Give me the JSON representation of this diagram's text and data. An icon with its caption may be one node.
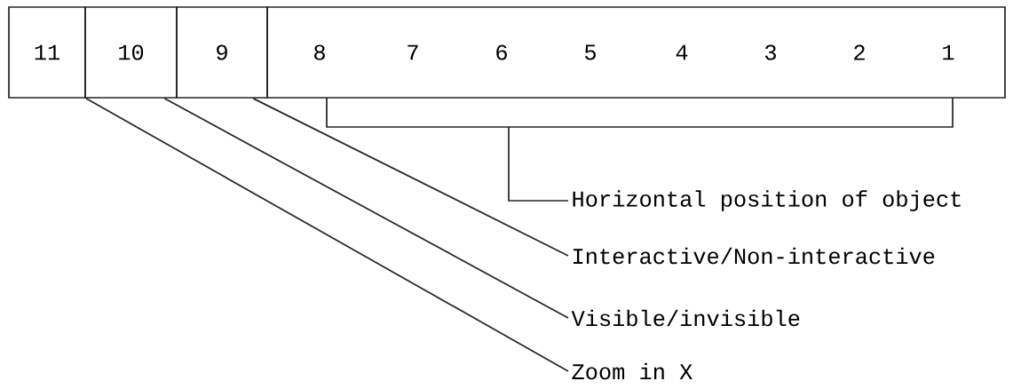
{
  "diagram": {
    "nodes": [
      {
        "text": [
          "11"
        ]
      },
      {
        "text": [
          "10"
        ]
      },
      {
        "text": [
          "9"
        ]
      },
      {
        "text": [
          "8",
          "7",
          "6",
          "5",
          "4",
          "3",
          "2",
          "1"
        ]
      },
      {
        "text": [
          "Horizontal position of object"
        ]
      },
      {
        "text": [
          "Interactive/Non-interactive"
        ]
      },
      {
        "text": [
          "Visible/invisible"
        ]
      },
      {
        "text": [
          "Zoom in X"
        ]
      }
    ],
    "edges": [
      {
        "from": 4,
        "to": 3,
        "arrow": "none"
      },
      {
        "from": 5,
        "to": 2,
        "arrow": "none"
      },
      {
        "from": 6,
        "to": 1,
        "arrow": "none"
      },
      {
        "from": 7,
        "to": 0,
        "arrow": "none"
      }
    ]
  }
}
